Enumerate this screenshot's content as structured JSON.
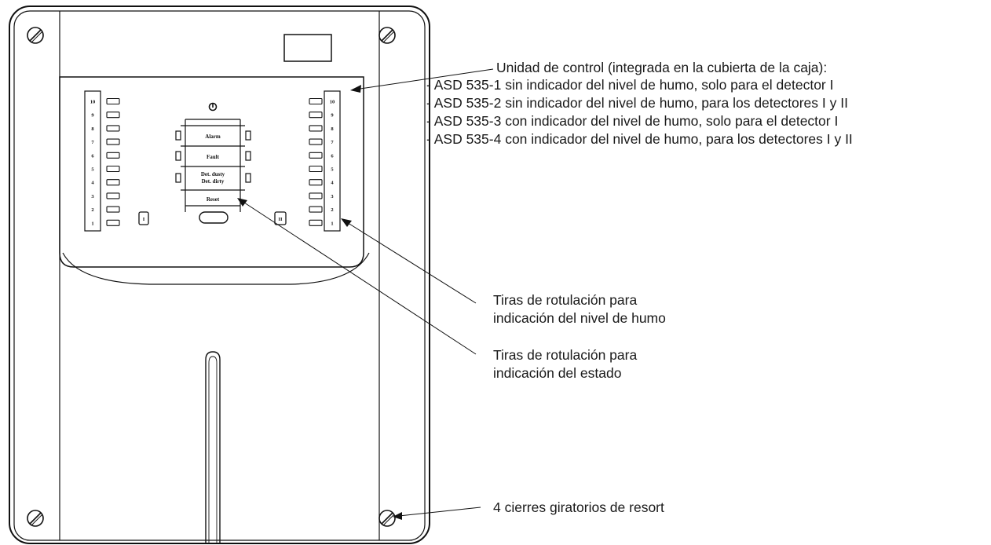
{
  "panel": {
    "left_scale": [
      "10",
      "9",
      "8",
      "7",
      "6",
      "5",
      "4",
      "3",
      "2",
      "1"
    ],
    "right_scale": [
      "10",
      "9",
      "8",
      "7",
      "6",
      "5",
      "4",
      "3",
      "2",
      "1"
    ],
    "status_buttons": [
      "Alarm",
      "Fault",
      "Det. dusty",
      "Det. dirty",
      "Reset"
    ],
    "detector_left_mark": "I",
    "detector_right_mark": "II",
    "power_symbol": "⏻"
  },
  "callouts": {
    "control_unit": {
      "heading": "Unidad de control (integrada en la cubierta de la caja):",
      "items": [
        "- ASD 535-1 sin indicador del nivel de humo, solo para el detector I",
        "- ASD 535-2 sin indicador del nivel de humo, para los detectores I y II",
        "- ASD 535-3 con indicador del nivel de humo, solo para el detector I",
        "- ASD 535-4 con indicador del nivel de humo, para los detectores I y II"
      ]
    },
    "smoke_strips": {
      "line1": "Tiras de rotulación para",
      "line2": "indicación del nivel de humo"
    },
    "status_strips": {
      "line1": "Tiras de rotulación para",
      "line2": "indicación del estado"
    },
    "locks": {
      "text": "4 cierres giratorios de resort"
    }
  }
}
